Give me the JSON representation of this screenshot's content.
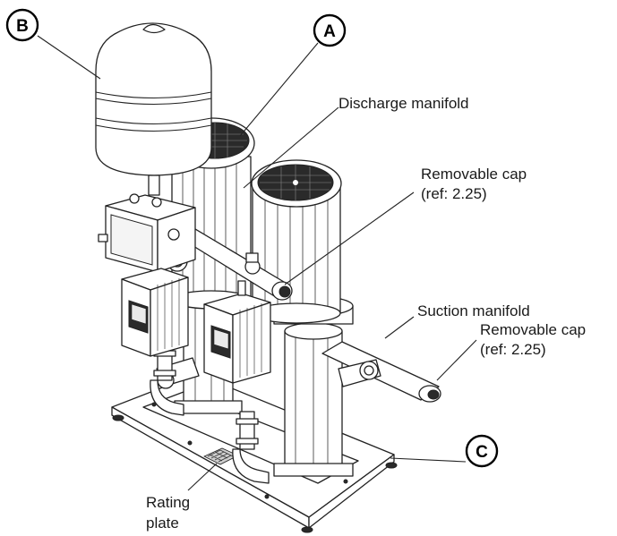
{
  "callouts": {
    "a": "A",
    "b": "B",
    "c": "C"
  },
  "labels": {
    "discharge_manifold": "Discharge manifold",
    "removable_cap_top": "Removable cap",
    "removable_cap_top_ref": "(ref: 2.25)",
    "suction_manifold": "Suction manifold",
    "removable_cap_bottom": "Removable cap",
    "removable_cap_bottom_ref": "(ref: 2.25)",
    "rating_plate_line1": "Rating",
    "rating_plate_line2": "plate"
  }
}
